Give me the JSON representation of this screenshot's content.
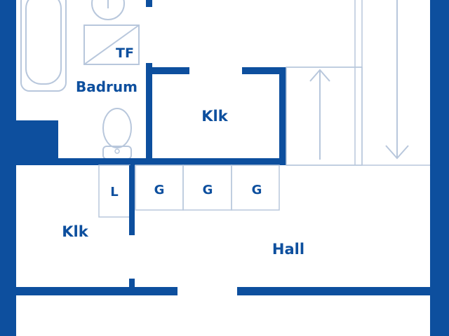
{
  "colors": {
    "wall": "#0d4f9e",
    "thin": "#1a5aa8",
    "fixture": "#b8c7dc",
    "background": "#ffffff"
  },
  "rooms": {
    "bathroom": "Badrum",
    "closet_top": "Klk",
    "closet_left": "Klk",
    "hall": "Hall"
  },
  "fixtures": {
    "dryer": "TF",
    "linen": "L",
    "wardrobes": [
      "G",
      "G",
      "G"
    ]
  },
  "icons": {
    "stairs_up": "arrow-up-icon",
    "stairs_down": "arrow-down-icon"
  }
}
